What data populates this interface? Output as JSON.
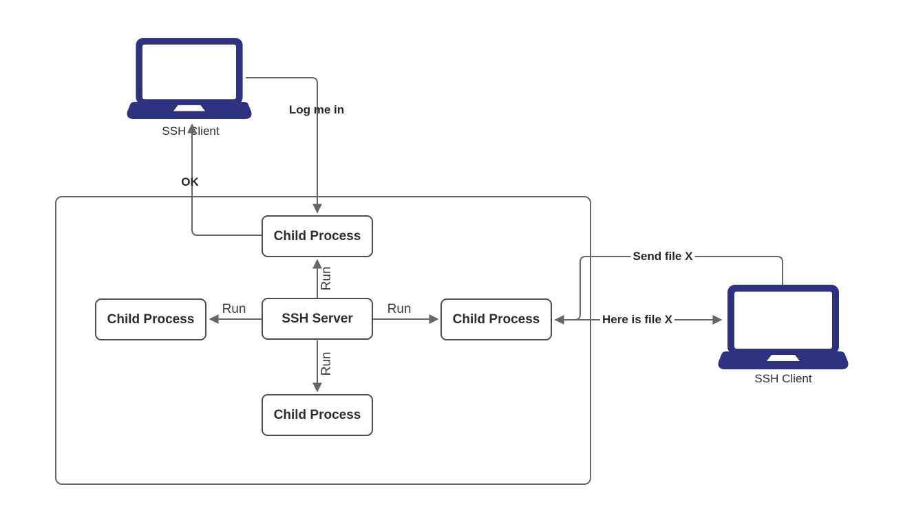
{
  "diagram": {
    "nodes": {
      "client_top_left": {
        "label": "SSH Client",
        "type": "laptop"
      },
      "client_right": {
        "label": "SSH Client",
        "type": "laptop"
      },
      "server": {
        "label": "SSH Server"
      },
      "child_top": {
        "label": "Child Process"
      },
      "child_left": {
        "label": "Child Process"
      },
      "child_right": {
        "label": "Child Process"
      },
      "child_bottom": {
        "label": "Child Process"
      }
    },
    "edges": {
      "log_me_in": {
        "label": "Log me in",
        "from": "client_top_left",
        "to": "child_top"
      },
      "ok": {
        "label": "OK",
        "from": "child_top",
        "to": "client_top_left"
      },
      "run_top": {
        "label": "Run",
        "from": "server",
        "to": "child_top"
      },
      "run_left": {
        "label": "Run",
        "from": "server",
        "to": "child_left"
      },
      "run_right": {
        "label": "Run",
        "from": "server",
        "to": "child_right"
      },
      "run_bottom": {
        "label": "Run",
        "from": "server",
        "to": "child_bottom"
      },
      "send_file": {
        "label": "Send file X",
        "from": "client_right",
        "to": "child_right"
      },
      "here_is_file": {
        "label": "Here is file X",
        "from": "child_right",
        "to": "client_right"
      }
    },
    "colors": {
      "laptop": "#2c3280",
      "connector": "#666666",
      "node_border": "#4d4d4d",
      "node_fill": "#ffffff",
      "label_text": "#2d2d2d"
    }
  }
}
